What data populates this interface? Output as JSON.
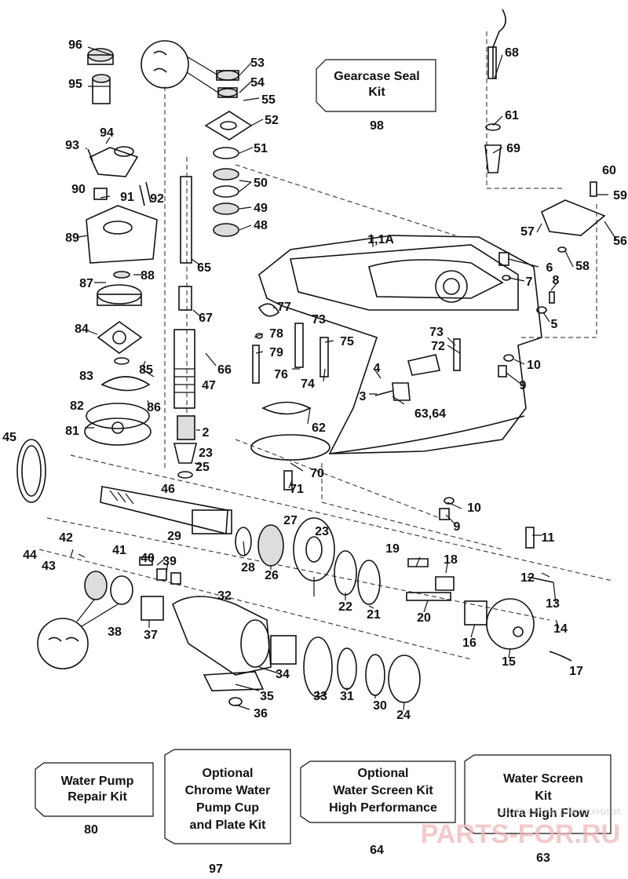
{
  "part_numbers": [
    "1,1A",
    "2",
    "3",
    "4",
    "5",
    "6",
    "7",
    "8",
    "9",
    "10",
    "11",
    "12",
    "13",
    "14",
    "15",
    "16",
    "17",
    "18",
    "19",
    "20",
    "21",
    "22",
    "23",
    "24",
    "25",
    "26",
    "27",
    "28",
    "29",
    "30",
    "31",
    "32",
    "33",
    "34",
    "35",
    "36",
    "37",
    "38",
    "39",
    "40",
    "41",
    "42",
    "43",
    "44",
    "45",
    "46",
    "47",
    "48",
    "49",
    "50",
    "51",
    "52",
    "53",
    "54",
    "55",
    "56",
    "57",
    "58",
    "59",
    "60",
    "61",
    "62",
    "63,64",
    "65",
    "66",
    "67",
    "68",
    "69",
    "70",
    "71",
    "72",
    "73",
    "74",
    "75",
    "76",
    "77",
    "78",
    "79",
    "80",
    "81",
    "82",
    "83",
    "84",
    "85",
    "86",
    "87",
    "88",
    "89",
    "90",
    "91",
    "92",
    "93",
    "94",
    "95",
    "96",
    "97",
    "98"
  ],
  "kits": {
    "gearcase_seal": {
      "line1": "Gearcase Seal",
      "line2": "Kit",
      "number": "98"
    },
    "water_pump_repair": {
      "line1": "Water Pump",
      "line2": "Repair Kit",
      "number": "80"
    },
    "chrome_cup": {
      "line1": "Optional",
      "line2": "Chrome Water",
      "line3": "Pump Cup",
      "line4": "and Plate Kit",
      "number": "97"
    },
    "screen_hp": {
      "line1": "Optional",
      "line2": "Water Screen Kit",
      "line3": "High Performance",
      "number": "64"
    },
    "screen_uhf": {
      "line1": "Water Screen",
      "line2": "Kit",
      "line3": "Ultra High Flow",
      "number": "63"
    }
  },
  "watermark": {
    "brand": "PARTS-FOR.RU",
    "tagline": "АКСЕССУАРЫ ДЛЯ ТЕХНИКИ"
  },
  "colors": {
    "line": "#111111",
    "watermark": "#f2b8b8"
  }
}
